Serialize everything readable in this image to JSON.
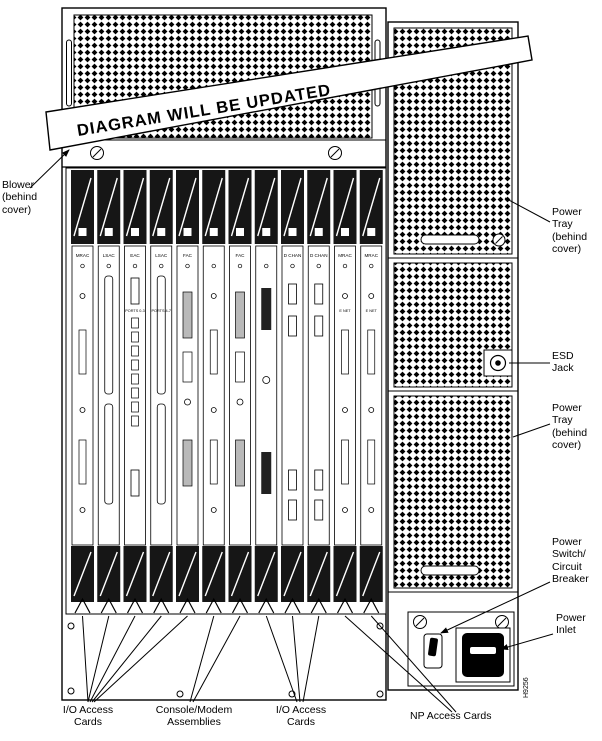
{
  "banner": {
    "text": "DIAGRAM WILL BE UPDATED"
  },
  "figure_id": "H9256",
  "callouts": {
    "blower": "Blower\n(behind\ncover)",
    "power_tray_top": "Power\nTray\n(behind\ncover)",
    "esd_jack": "ESD\nJack",
    "power_tray_bottom": "Power\nTray\n(behind\ncover)",
    "power_switch": "Power\nSwitch/\nCircuit\nBreaker",
    "power_inlet": "Power\nInlet",
    "io_cards_left": "I/O Access\nCards",
    "console_modem": "Console/Modem\nAssemblies",
    "io_cards_right": "I/O Access\nCards",
    "np_cards": "NP Access Cards"
  },
  "cards": [
    {
      "label": "MRAC"
    },
    {
      "label": "LSAC"
    },
    {
      "label": "EAC",
      "mid_label": "PORTS 0-3"
    },
    {
      "label": "LSAC",
      "mid_label": "PORTS 4-7"
    },
    {
      "label": "FAC"
    },
    {
      "label": ""
    },
    {
      "label": "FAC"
    },
    {
      "label": ""
    },
    {
      "label": "D CHAN"
    },
    {
      "label": "D CHAN"
    },
    {
      "label": "MRAC",
      "mid_label": "E NET"
    },
    {
      "label": "MRAC",
      "mid_label": "E NET"
    }
  ]
}
